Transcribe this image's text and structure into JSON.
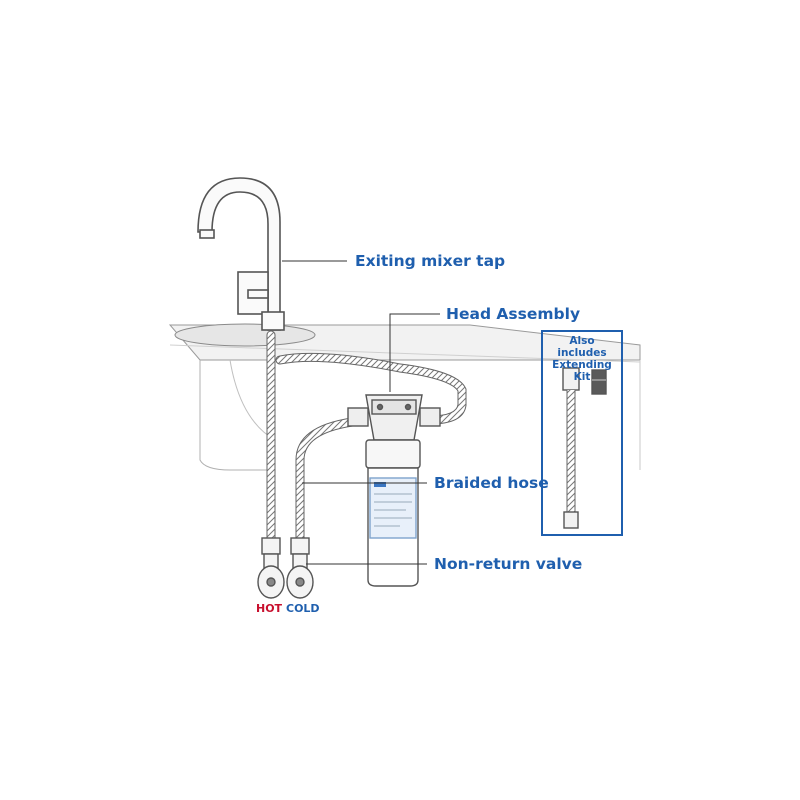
{
  "labels": {
    "mixer_tap": "Exiting mixer tap",
    "head_assembly": "Head Assembly",
    "braided_hose": "Braided hose",
    "non_return_valve": "Non-return valve",
    "hot": "HOT",
    "cold": "COLD"
  },
  "kit": {
    "line1": "Also includes",
    "line2": "Extending Kit"
  },
  "colors": {
    "label": "#1f5fae",
    "hot": "#c8102e",
    "line_art": "#555555"
  }
}
